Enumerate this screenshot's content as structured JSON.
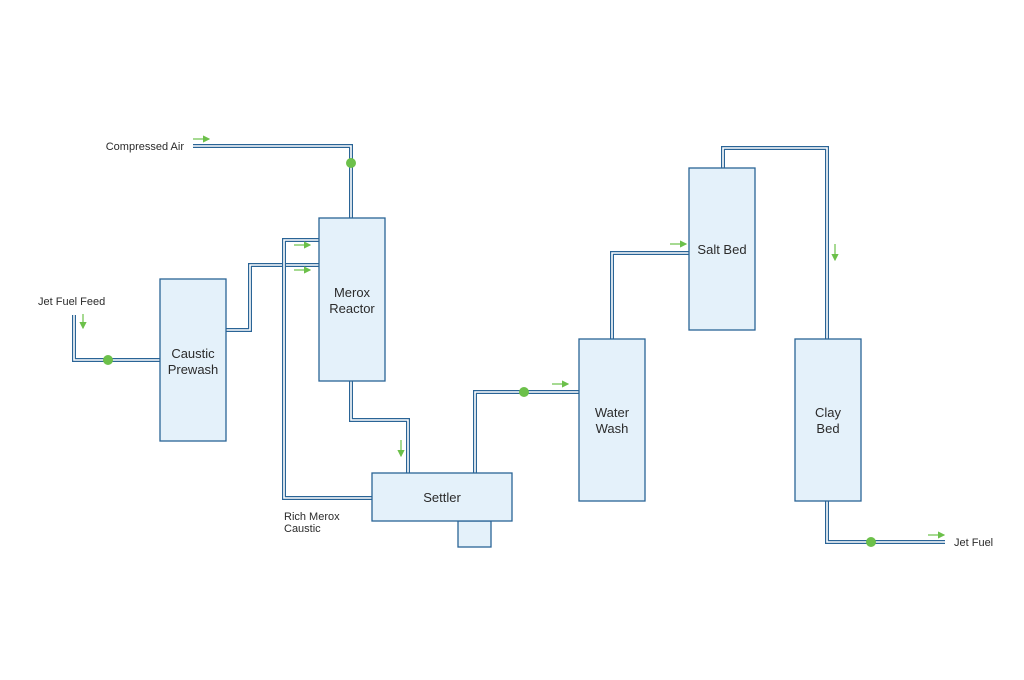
{
  "colors": {
    "vessel_fill": "#e4f1fa",
    "line": "#2a6496",
    "flow_arrow": "#6cc04a",
    "valve": "#6cc04a",
    "text": "#2b2b2b"
  },
  "units": {
    "caustic_prewash": {
      "line1": "Caustic",
      "line2": "Prewash"
    },
    "merox_reactor": {
      "line1": "Merox",
      "line2": "Reactor"
    },
    "settler": {
      "line1": "Settler"
    },
    "water_wash": {
      "line1": "Water",
      "line2": "Wash"
    },
    "salt_bed": {
      "line1": "Salt Bed"
    },
    "clay_bed": {
      "line1": "Clay",
      "line2": "Bed"
    }
  },
  "streams": {
    "compressed_air": "Compressed Air",
    "jet_fuel_feed": "Jet Fuel Feed",
    "rich_merox_caustic": {
      "line1": "Rich Merox",
      "line2": "Caustic"
    },
    "jet_fuel": "Jet Fuel"
  }
}
